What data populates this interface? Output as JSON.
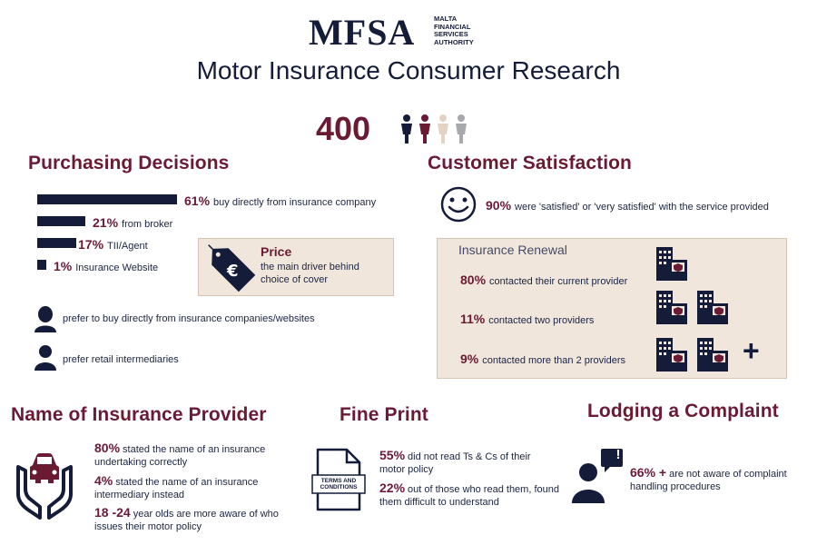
{
  "header": {
    "logo": "MFSA",
    "logo_sub": "MALTA\nFINANCIAL\nSERVICES\nAUTHORITY",
    "title": "Motor Insurance Consumer Research",
    "respondents": "400"
  },
  "purchasing": {
    "heading": "Purchasing Decisions",
    "bars": [
      {
        "pct": "61%",
        "label": "buy directly from insurance company",
        "value": 61
      },
      {
        "pct": "21%",
        "label": "from broker",
        "value": 21
      },
      {
        "pct": "17%",
        "label": "TII/Agent",
        "value": 17
      },
      {
        "pct": "1%",
        "label": "Insurance Website",
        "value": 1
      }
    ],
    "price_title": "Price",
    "price_desc": "the main driver behind choice of cover",
    "prefer_direct": "prefer to buy directly from insurance companies/websites",
    "prefer_retail": "prefer retail intermediaries"
  },
  "satisfaction": {
    "heading": "Customer Satisfaction",
    "pct": "90%",
    "text": "were 'satisfied' or 'very satisfied' with the service provided",
    "renewal_title": "Insurance Renewal",
    "rows": [
      {
        "pct": "80%",
        "label": "contacted their current provider"
      },
      {
        "pct": "11%",
        "label": "contacted two providers"
      },
      {
        "pct": "9%",
        "label": "contacted more than 2 providers"
      }
    ],
    "plus": "+"
  },
  "provider": {
    "heading": "Name of Insurance Provider",
    "stats": [
      {
        "pct": "80%",
        "text": "stated the name of an insurance undertaking correctly"
      },
      {
        "pct": "4%",
        "text": "stated the name of an insurance intermediary instead"
      },
      {
        "pct": "18 -24",
        "text": "year olds are more aware of who issues their motor policy"
      }
    ]
  },
  "fineprint": {
    "heading": "Fine Print",
    "doc_label": "TERMS AND CONDITIONS",
    "stats": [
      {
        "pct": "55%",
        "text": "did not read Ts & Cs of their motor policy"
      },
      {
        "pct": "22%",
        "text": "out of those who read them, found them difficult to understand"
      }
    ]
  },
  "complaint": {
    "heading": "Lodging a Complaint",
    "bubble": "!",
    "pct": "66% +",
    "text": "are not aware of complaint handling procedures"
  },
  "colors": {
    "navy": "#141c3a",
    "maroon": "#6b1a33",
    "beige": "#f1e6dc"
  }
}
